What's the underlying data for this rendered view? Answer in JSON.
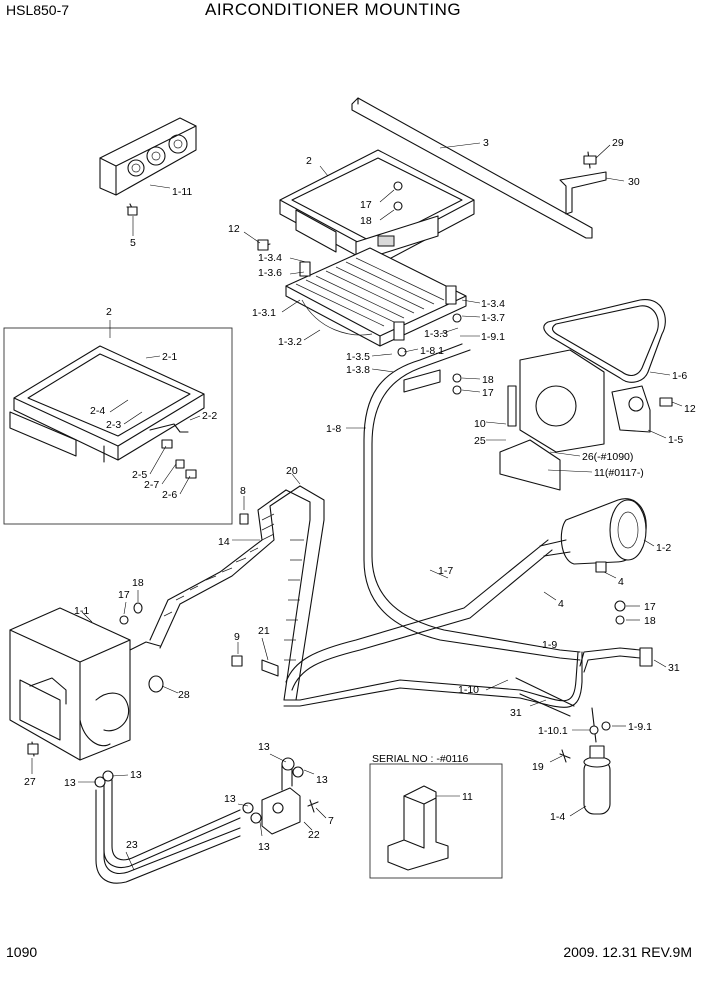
{
  "header": {
    "model": "HSL850-7",
    "title": "AIRCONDITIONER MOUNTING"
  },
  "footer": {
    "page_number": "1090",
    "revision": "2009. 12.31  REV.9M"
  },
  "serial_box": {
    "label": "SERIAL NO : -#0116",
    "part": "11"
  },
  "callouts": {
    "c_1_11": "1-11",
    "c_5": "5",
    "c_2_top": "2",
    "c_3": "3",
    "c_29": "29",
    "c_30": "30",
    "c_17_top": "17",
    "c_18_top": "18",
    "c_12_left": "12",
    "c_1_3_4_left": "1-3.4",
    "c_1_3_6": "1-3.6",
    "c_1_3_1": "1-3.1",
    "c_1_3_2": "1-3.2",
    "c_1_3_4_right": "1-3.4",
    "c_1_3_7": "1-3.7",
    "c_1_3_3": "1-3.3",
    "c_1_9_1_top": "1-9.1",
    "c_1_3_5": "1-3.5",
    "c_1_8_1": "1-8.1",
    "c_1_3_8": "1-3.8",
    "c_18_mid": "18",
    "c_17_mid": "17",
    "c_1_6": "1-6",
    "c_12_right": "12",
    "c_1_5": "1-5",
    "c_1_8": "1-8",
    "c_10": "10",
    "c_25": "25",
    "c_26": "26(-#1090)",
    "c_11_main": "11(#0117-)",
    "c_2_inset": "2",
    "c_2_1": "2-1",
    "c_2_4": "2-4",
    "c_2_3": "2-3",
    "c_2_2": "2-2",
    "c_2_5": "2-5",
    "c_2_7": "2-7",
    "c_2_6": "2-6",
    "c_20": "20",
    "c_8": "8",
    "c_14": "14",
    "c_1_2": "1-2",
    "c_1_7": "1-7",
    "c_4_a": "4",
    "c_4_b": "4",
    "c_1_1": "1-1",
    "c_18_left": "18",
    "c_17_left": "17",
    "c_9": "9",
    "c_21": "21",
    "c_28": "28",
    "c_17_right": "17",
    "c_18_right": "18",
    "c_1_9": "1-9",
    "c_31_right": "31",
    "c_1_10": "1-10",
    "c_31_low": "31",
    "c_1_10_1": "1-10.1",
    "c_1_9_1_low": "1-9.1",
    "c_19": "19",
    "c_1_4": "1-4",
    "c_27": "27",
    "c_13_a": "13",
    "c_13_b": "13",
    "c_13_c": "13",
    "c_13_d": "13",
    "c_13_e": "13",
    "c_13_f": "13",
    "c_7": "7",
    "c_22": "22",
    "c_23": "23"
  }
}
